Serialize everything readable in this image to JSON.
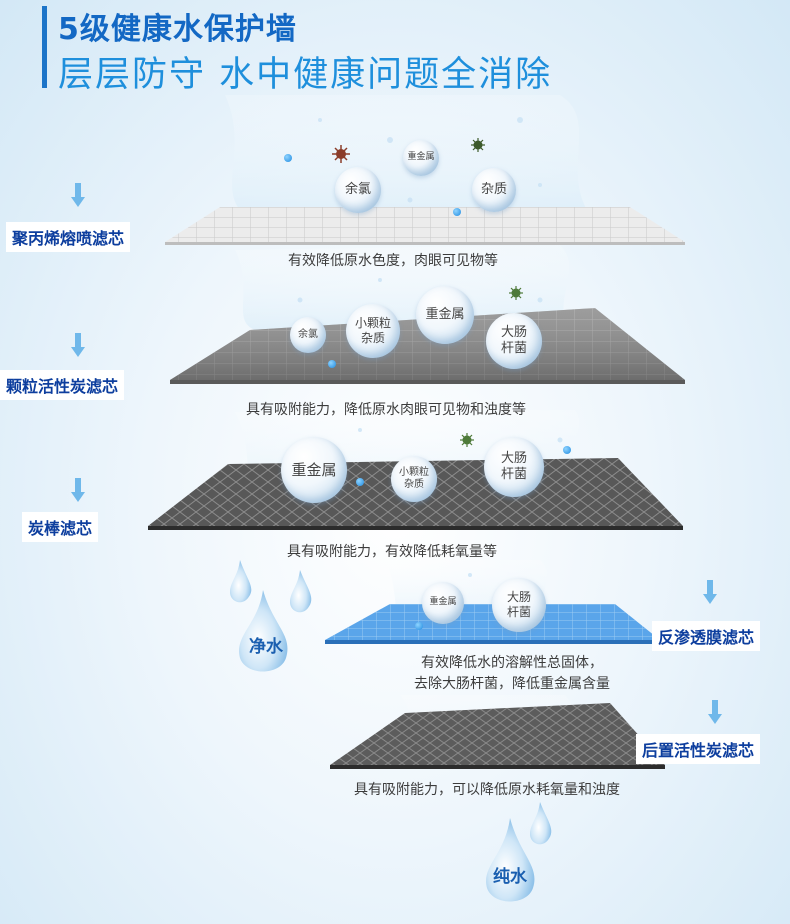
{
  "header": {
    "title_line1": "5级健康水保护墙",
    "title_line2": "层层防守 水中健康问题全消除"
  },
  "layers": [
    {
      "label": "聚丙烯熔喷滤芯",
      "description": "有效降低原水色度，肉眼可见物等",
      "bubbles": [
        "余氯",
        "重金属",
        "杂质"
      ]
    },
    {
      "label": "颗粒活性炭滤芯",
      "description": "具有吸附能力，降低原水肉眼可见物和浊度等",
      "bubbles": [
        "余氯",
        "小颗粒杂质",
        "重金属",
        "大肠杆菌"
      ]
    },
    {
      "label": "炭棒滤芯",
      "description": "具有吸附能力，有效降低耗氧量等",
      "bubbles": [
        "重金属",
        "小颗粒杂质",
        "大肠杆菌"
      ]
    },
    {
      "label": "反渗透膜滤芯",
      "description_line1": "有效降低水的溶解性总固体，",
      "description_line2": "去除大肠杆菌，降低重金属含量",
      "bubbles": [
        "重金属",
        "大肠杆菌"
      ]
    },
    {
      "label": "后置活性炭滤芯",
      "description": "具有吸附能力，可以降低原水耗氧量和浊度",
      "bubbles": []
    }
  ],
  "drops": {
    "clean_water": "净水",
    "pure_water": "纯水"
  },
  "colors": {
    "title_dark": "#1368c4",
    "title_light": "#1e8fdc",
    "label_text": "#0d3e9e",
    "arrow": "#6fb8ea",
    "membrane_blue": "#3f8fe0"
  },
  "icons": [
    "down-arrow-icon",
    "bacteria-icon",
    "water-drop-icon",
    "water-stream-icon"
  ]
}
